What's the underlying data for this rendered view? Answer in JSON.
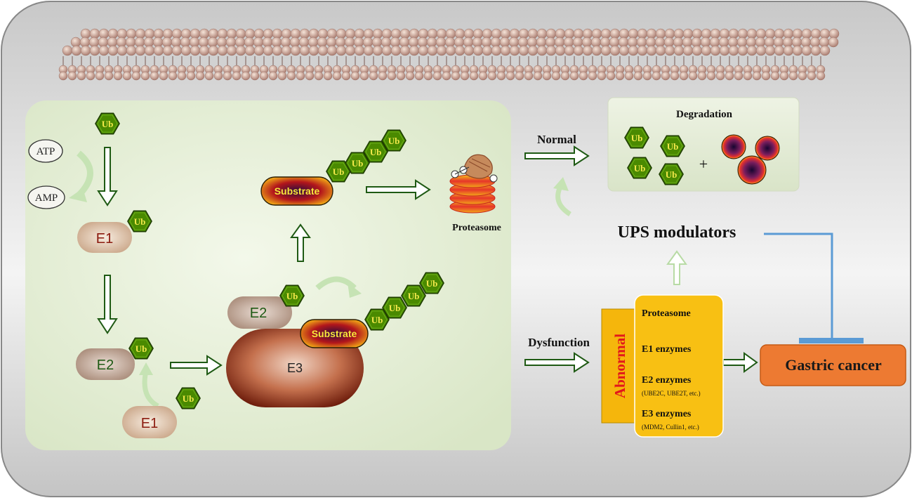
{
  "colors": {
    "panel_bg": "#e6efd9",
    "hexagon": "#4a8a00",
    "hexagon_text": "#f2e84a",
    "arrow_dark": "#1f5a14",
    "arrow_light": "#b8dba5",
    "abnormal_box": "#f2b70a",
    "abnormal_text": "#e3171b",
    "cancer_box": "#ed7a32",
    "inhibit_line": "#5b9bd5"
  },
  "pathway": {
    "ub_label": "Ub",
    "atp": "ATP",
    "amp": "AMP",
    "e1": "E1",
    "e2": "E2",
    "e3": "E3",
    "substrate": "Substrate",
    "proteasome": "Proteasome"
  },
  "outcomes": {
    "normal": "Normal",
    "dysfunction": "Dysfunction",
    "degradation": "Degradation",
    "plus": "+",
    "ups_modulators": "UPS modulators",
    "gastric_cancer": "Gastric cancer"
  },
  "abnormal": {
    "label": "Abnormal",
    "items": [
      {
        "title": "Proteasome",
        "detail": ""
      },
      {
        "title": "E1 enzymes",
        "detail": ""
      },
      {
        "title": "E2 enzymes",
        "detail": "(UBE2C, UBE2T, etc.)"
      },
      {
        "title": "E3 enzymes",
        "detail": "(MDM2, Cullin1, etc.)"
      }
    ]
  }
}
